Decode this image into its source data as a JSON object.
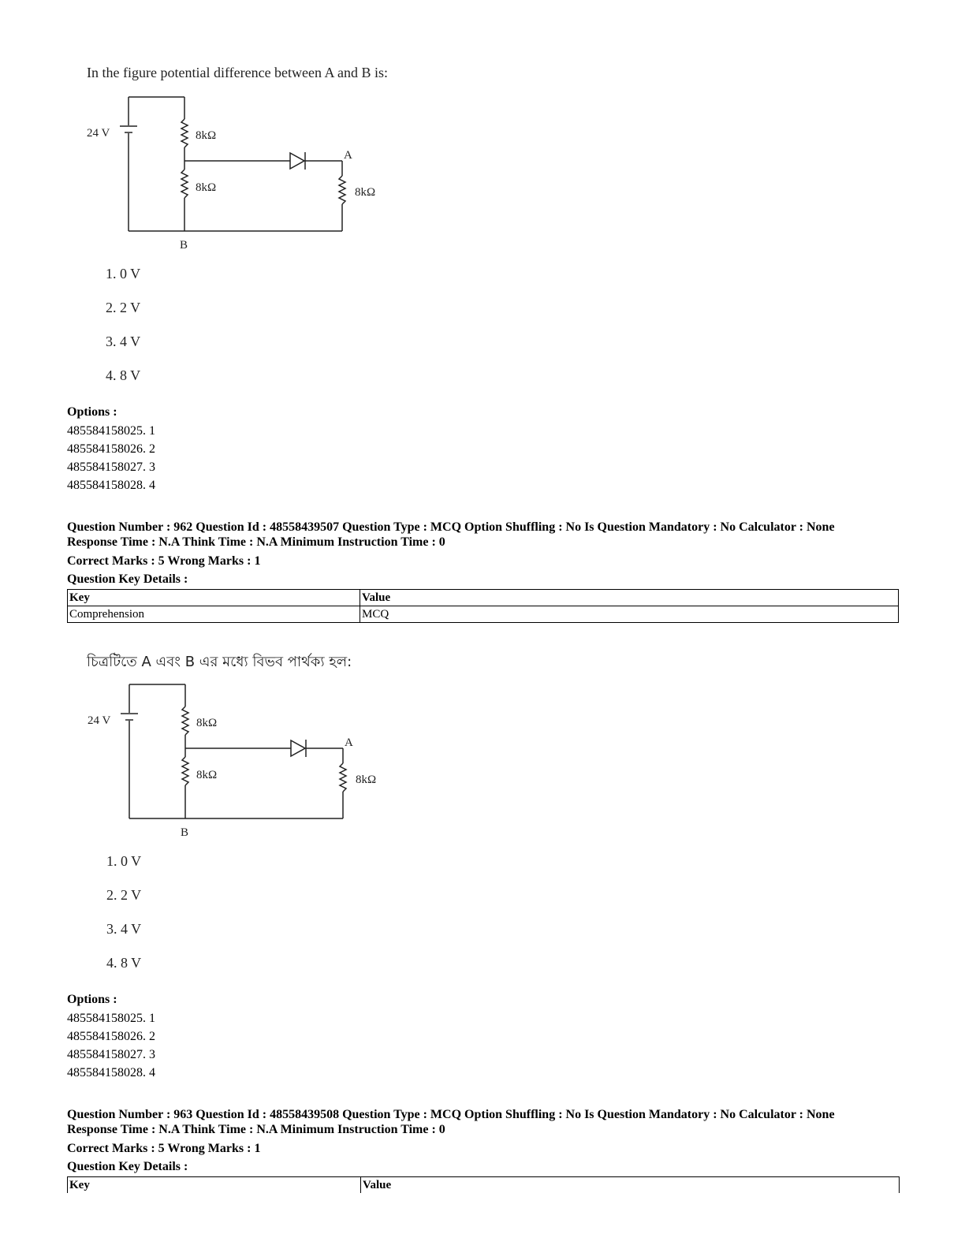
{
  "blocks": [
    {
      "question_text": "In the figure potential difference between A and B is:",
      "circuit": {
        "source_label": "24 V",
        "r1_label": "8kΩ",
        "r2_label": "8kΩ",
        "r3_label": "8kΩ",
        "node_a_label": "A",
        "node_b_label": "B"
      },
      "choices": [
        "1. 0 V",
        "2. 2 V",
        "3. 4 V",
        "4. 8 V"
      ],
      "options_label": "Options :",
      "options": [
        "485584158025. 1",
        "485584158026. 2",
        "485584158027. 3",
        "485584158028. 4"
      ]
    },
    {
      "question_text": "চিত্রটিতে A এবং B এর মধ্যে বিভব পার্থক্য হল:",
      "circuit": {
        "source_label": "24 V",
        "r1_label": "8kΩ",
        "r2_label": "8kΩ",
        "r3_label": "8kΩ",
        "node_a_label": "A",
        "node_b_label": "B"
      },
      "choices": [
        "1. 0 V",
        "2. 2 V",
        "3. 4 V",
        "4. 8 V"
      ],
      "options_label": "Options :",
      "options": [
        "485584158025. 1",
        "485584158026. 2",
        "485584158027. 3",
        "485584158028. 4"
      ]
    }
  ],
  "meta": [
    {
      "line1": "Question Number : 962 Question Id : 48558439507 Question Type : MCQ Option Shuffling : No Is Question Mandatory : No Calculator : None",
      "line2": "Response Time : N.A Think Time : N.A Minimum Instruction Time : 0",
      "marks": "Correct Marks : 5 Wrong Marks : 1",
      "key_details_label": "Question Key Details :",
      "table": {
        "key_header": "Key",
        "value_header": "Value",
        "rows": [
          [
            "Comprehension",
            "MCQ"
          ]
        ]
      }
    },
    {
      "line1": "Question Number : 963 Question Id : 48558439508 Question Type : MCQ Option Shuffling : No Is Question Mandatory : No Calculator : None",
      "line2": "Response Time : N.A Think Time : N.A Minimum Instruction Time : 0",
      "marks": "Correct Marks : 5 Wrong Marks : 1",
      "key_details_label": "Question Key Details :",
      "table": {
        "key_header": "Key",
        "value_header": "Value"
      }
    }
  ]
}
